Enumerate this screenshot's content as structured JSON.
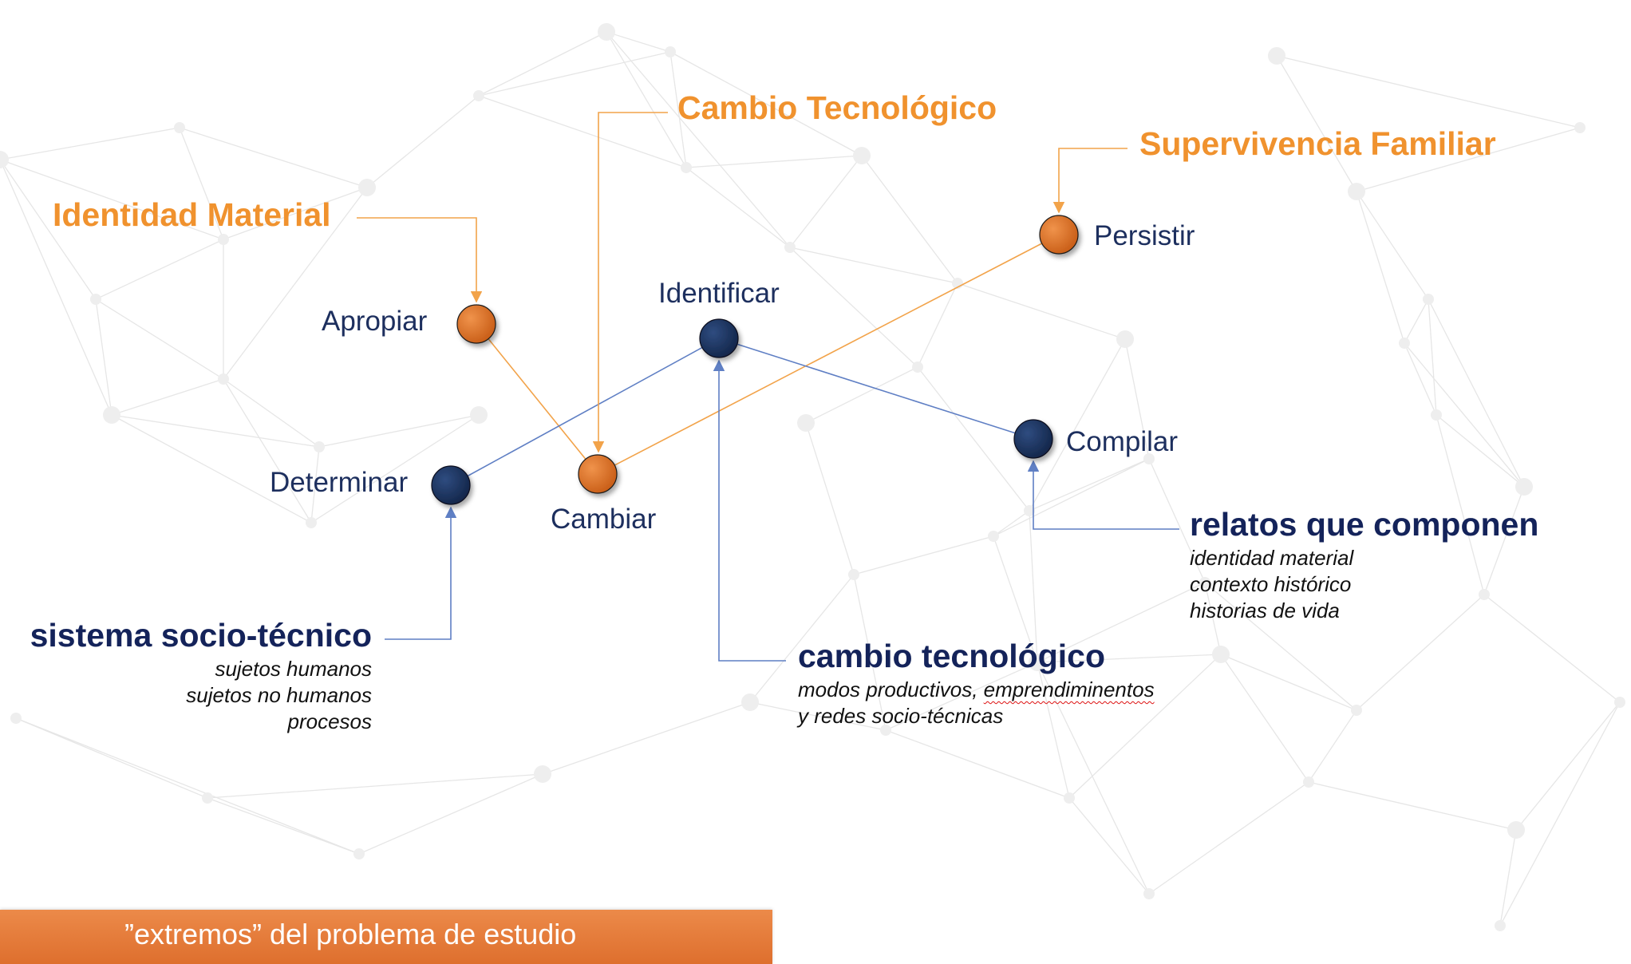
{
  "colors": {
    "orange_node": "#e37a2c",
    "navy_node": "#1e3560",
    "orange_line": "#f2a34a",
    "blue_line": "#5f7fc4",
    "theme_text": "#f0922e",
    "anchor_text": "#14235a",
    "banner": "#e27535"
  },
  "themes": {
    "identidad": "Identidad Material",
    "cambio": "Cambio Tecnológico",
    "supervivencia": "Supervivencia Familiar"
  },
  "verbs": {
    "apropiar": "Apropiar",
    "identificar": "Identificar",
    "persistir": "Persistir",
    "determinar": "Determinar",
    "cambiar": "Cambiar",
    "compilar": "Compilar"
  },
  "anchors": {
    "sistema": {
      "title": "sistema socio-técnico",
      "items": [
        "sujetos humanos",
        "sujetos no humanos",
        "procesos"
      ]
    },
    "cambio": {
      "title": "cambio tecnológico",
      "line1": "modos productivos, ",
      "line1_flagged": "emprendiminentos",
      "line2": "y redes socio-técnicas"
    },
    "relatos": {
      "title": "relatos que componen",
      "items": [
        "identidad material",
        "contexto histórico",
        "historias de vida"
      ]
    }
  },
  "footer": {
    "text": "”extremos” del problema de estudio"
  }
}
